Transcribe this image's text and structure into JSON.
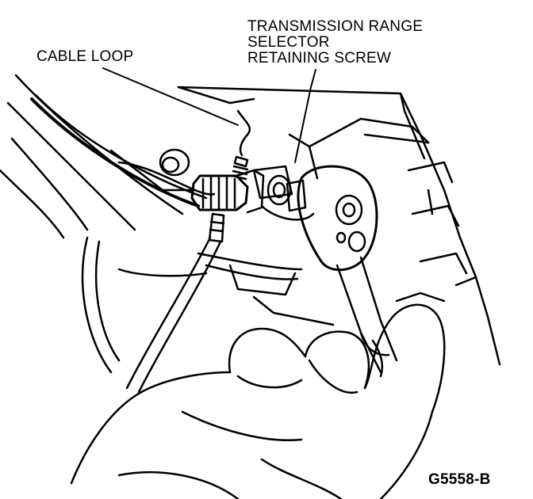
{
  "labels": {
    "cable_loop": "CABLE LOOP",
    "transmission_line_1": "TRANSMISSION RANGE",
    "transmission_line_2": "SELECTOR",
    "transmission_line_3": "RETAINING SCREW"
  },
  "figure_code": "G5558-B"
}
